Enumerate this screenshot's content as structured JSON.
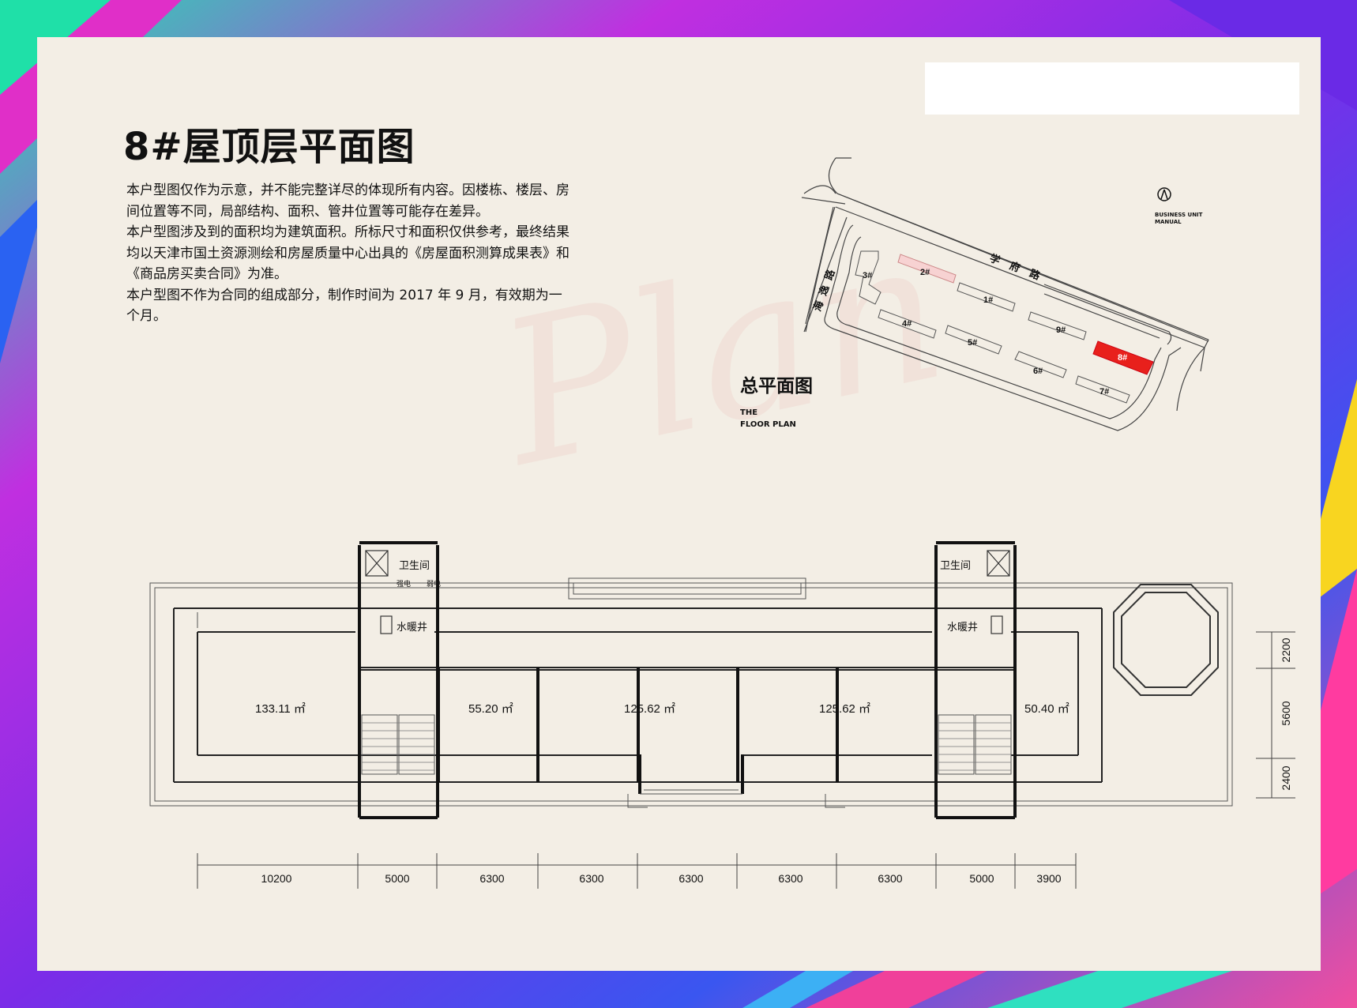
{
  "page_title": "8#屋顶层平面图",
  "notes": [
    "本户型图仅作为示意，并不能完整详尽的体现所有内容。因楼栋、楼层、房",
    "间位置等不同，局部结构、面积、管井位置等可能存在差异。",
    "本户型图涉及到的面积均为建筑面积。所标尺寸和面积仅供参考，最终结果",
    "均以天津市国土资源测绘和房屋质量中心出具的《房屋面积测算成果表》和",
    "《商品房买卖合同》为准。",
    "本户型图不作为合同的组成部分，制作时间为 2017 年 9 月，有效期为一",
    "个月。"
  ],
  "watermark": "Plan",
  "site_plan": {
    "title": "总平面图",
    "subtitle": [
      "THE",
      "FLOOR PLAN"
    ],
    "north_label": [
      "BUSINESS UNIT",
      "MANUAL"
    ],
    "road_xuefu": "学府路",
    "road_left": "海逸路",
    "buildings": [
      "1#",
      "2#",
      "3#",
      "4#",
      "5#",
      "6#",
      "7#",
      "8#",
      "9#"
    ],
    "highlight": "8#",
    "highlight_color": "#e8201c"
  },
  "floor_plan": {
    "rooms": [
      {
        "name": "卫生间"
      },
      {
        "name": "卫生间"
      },
      {
        "name": "水暖井"
      },
      {
        "name": "水暖井"
      },
      {
        "name": "强电"
      },
      {
        "name": "弱电"
      }
    ],
    "areas": [
      "133.11 ㎡",
      "55.20 ㎡",
      "125.62 ㎡",
      "125.62 ㎡",
      "50.40 ㎡"
    ],
    "bottom_dimensions": [
      "10200",
      "5000",
      "6300",
      "6300",
      "6300",
      "6300",
      "6300",
      "5000",
      "3900"
    ],
    "right_dimensions": [
      "2200",
      "5600",
      "2400"
    ]
  },
  "colors": {
    "card": "#f3eee5",
    "line": "#222222",
    "highlight": "#e8201c"
  }
}
